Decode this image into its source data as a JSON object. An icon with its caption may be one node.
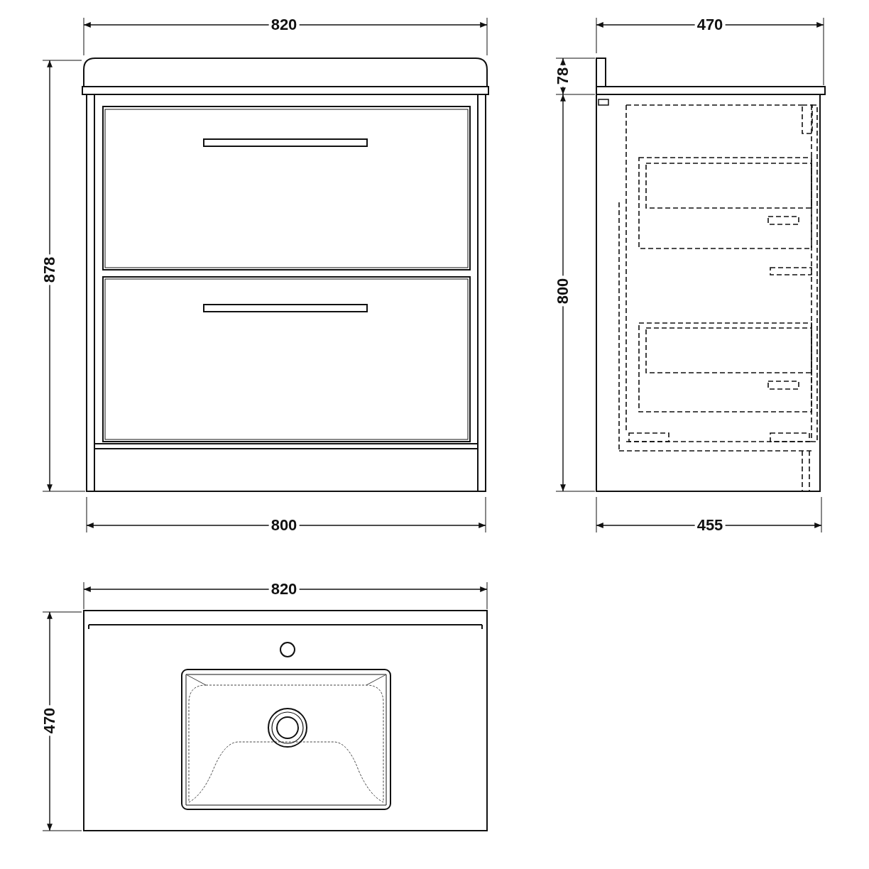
{
  "diagram": {
    "labels": [
      "820",
      "470",
      "78",
      "878",
      "800",
      "800",
      "455",
      "820",
      "470"
    ]
  }
}
